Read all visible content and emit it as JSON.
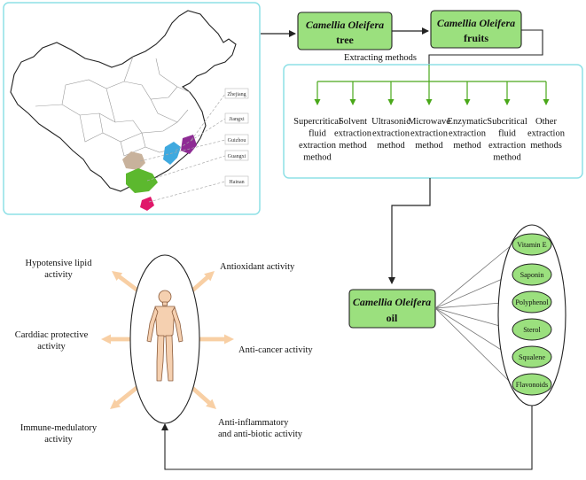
{
  "map": {
    "provinces": [
      "Zhejiang",
      "Jiangxi",
      "Guizhou",
      "Guangxi",
      "Hainan"
    ],
    "region_colors": {
      "Zhejiang": "#8e2c94",
      "Jiangxi": "#3fa9df",
      "Guizhou": "#c8b29c",
      "Guangxi": "#5cb82e",
      "Hainan": "#e0186a"
    }
  },
  "flow": {
    "tree": {
      "line1": "Camellia Oleifera",
      "line2": "tree"
    },
    "fruits": {
      "line1": "Camellia Oleifera",
      "line2": "fruits"
    },
    "extracting_label": "Extracting methods",
    "oil": {
      "line1": "Camellia Oleifera",
      "line2": "oil"
    }
  },
  "methods": [
    {
      "lines": [
        "Supercritical",
        "fluid",
        "extraction",
        "method"
      ]
    },
    {
      "lines": [
        "Solvent",
        "extraction",
        "method"
      ]
    },
    {
      "lines": [
        "Ultrasonic",
        "extraction",
        "method"
      ]
    },
    {
      "lines": [
        "Microwave",
        "extraction",
        "method"
      ]
    },
    {
      "lines": [
        "Enzymatic",
        "extraction",
        "method"
      ]
    },
    {
      "lines": [
        "Subcritical",
        "fluid",
        "extraction",
        "method"
      ]
    },
    {
      "lines": [
        "Other",
        "extraction",
        "methods"
      ]
    }
  ],
  "components": [
    "Vitamin E",
    "Saponin",
    "Polyphenol",
    "Sterol",
    "Squalene",
    "Flavonoids"
  ],
  "benefits": [
    {
      "lines": [
        "Hypotensive lipid",
        "activity"
      ]
    },
    {
      "lines": [
        "Antioxidant activity"
      ]
    },
    {
      "lines": [
        "Carddiac protective",
        "activity"
      ]
    },
    {
      "lines": [
        "Anti-cancer activity"
      ]
    },
    {
      "lines": [
        "Immune-medulatory",
        "activity"
      ]
    },
    {
      "lines": [
        "Anti-inflammatory",
        "and anti-biotic activity"
      ]
    }
  ],
  "colors": {
    "box_fill": "#9be07e",
    "panel_border": "#8ee0e6",
    "method_arrow": "#4aa81a",
    "benefit_arrow": "#f8cfa4"
  }
}
